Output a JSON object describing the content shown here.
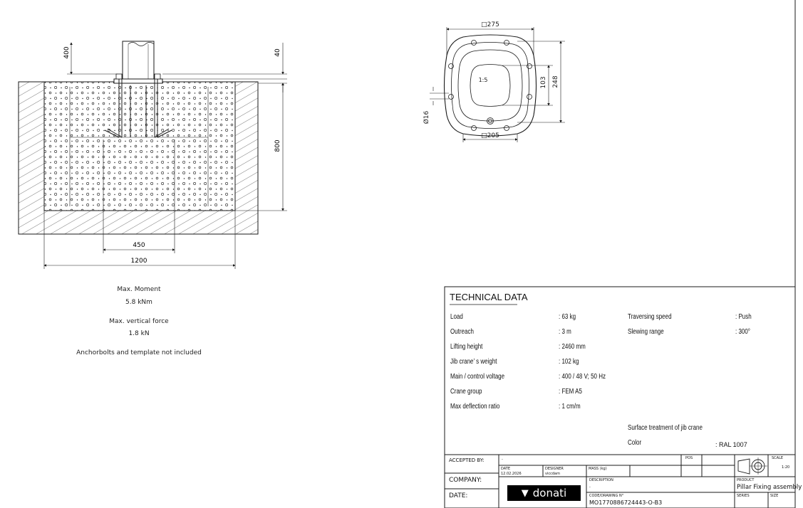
{
  "dimensions": {
    "anchor_top": "400",
    "plate_thickness": "40",
    "depth": "800",
    "anchor_spacing": "450",
    "foundation_width": "1200",
    "plate_outer": "□275",
    "plate_bolt_spacing": "□205",
    "plate_height": "248",
    "plate_inner": "103",
    "hole_diameter": "Ø16",
    "scale_detail": "1:5"
  },
  "notes": {
    "moment_label": "Max. Moment",
    "moment_value": "5.8 kNm",
    "force_label": "Max. vertical force",
    "force_value": "1.8 kN",
    "disclaimer": "Anchorbolts and template not included"
  },
  "technical_data": {
    "title": "TECHNICAL DATA",
    "left_rows": [
      {
        "label": "Load",
        "value": ": 63 kg"
      },
      {
        "label": "Outreach",
        "value": ": 3  m"
      },
      {
        "label": "Lifting height",
        "value": ": 2460  mm"
      },
      {
        "label": "Jib crane’ s weight",
        "value": ": 102 kg"
      },
      {
        "label": "Main / control voltage",
        "value": ": 400 / 48 V; 50 Hz"
      },
      {
        "label": "Crane group",
        "value": ": FEM A5"
      },
      {
        "label": "Max deflection ratio",
        "value": ": 1 cm/m"
      }
    ],
    "right_rows": [
      {
        "label": "Traversing speed",
        "value": ": Push"
      },
      {
        "label": "Slewing range",
        "value": ": 300°"
      }
    ],
    "surface_label": "Surface treatment of jib crane",
    "color_label": "Color",
    "color_value": ": RAL 1007"
  },
  "title_block": {
    "accepted_by_label": "ACCEPTED BY:",
    "accepted_by_value": "-",
    "date_label": "DATE",
    "date_value": "12.02.2026",
    "designer_label": "DESIGNER",
    "designer_value": "viccdam",
    "mass_label": "MASS (kg)",
    "pos_label": "POS",
    "scale_label": "SCALE",
    "scale_value": "1:20",
    "company_label": "COMPANY:",
    "description_label": "DESCRIPTION",
    "description_value": "-",
    "product_label": "PRODUCT",
    "product_value": "Pillar Fixing assembly",
    "date_big_label": "DATE:",
    "code_label": "CODE/DRAWING N°",
    "code_value": "MO1770886724443-O-B3",
    "series_label": "SERIES",
    "size_label": "SIZE",
    "logo_text": "donati"
  },
  "colors": {
    "line": "#1a1a1a",
    "logo_bg": "#000000",
    "logo_fg": "#ffffff"
  }
}
